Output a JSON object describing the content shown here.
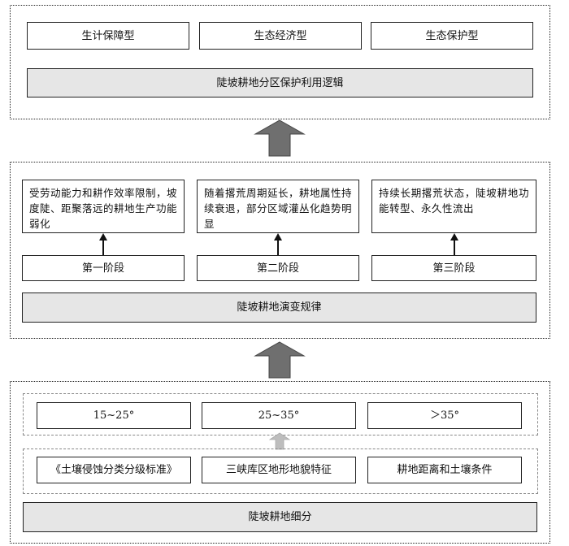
{
  "top": {
    "types": [
      "生计保障型",
      "生态经济型",
      "生态保护型"
    ],
    "logic": "陡坡耕地分区保护利用逻辑"
  },
  "middle": {
    "descriptions": [
      "受劳动能力和耕作效率限制，坡度陡、距聚落远的耕地生产功能弱化",
      "随着撂荒周期延长，耕地属性持续衰退，部分区域灌丛化趋势明显",
      "持续长期撂荒状态，陡坡耕地功能转型、永久性流出"
    ],
    "stages": [
      "第一阶段",
      "第二阶段",
      "第三阶段"
    ],
    "rule": "陡坡耕地演变规律"
  },
  "bottom": {
    "slopes": [
      "15~25°",
      "25~35°",
      "＞35°"
    ],
    "criteria": [
      "《土壤侵蚀分类分级标准》",
      "三峡库区地形地貌特征",
      "耕地距离和土壤条件"
    ],
    "subdivision": "陡坡耕地细分"
  },
  "colors": {
    "big_arrow": "#6f6f6f",
    "light_arrow": "#bdbdbd",
    "panel_gray": "#e6e6e6"
  }
}
